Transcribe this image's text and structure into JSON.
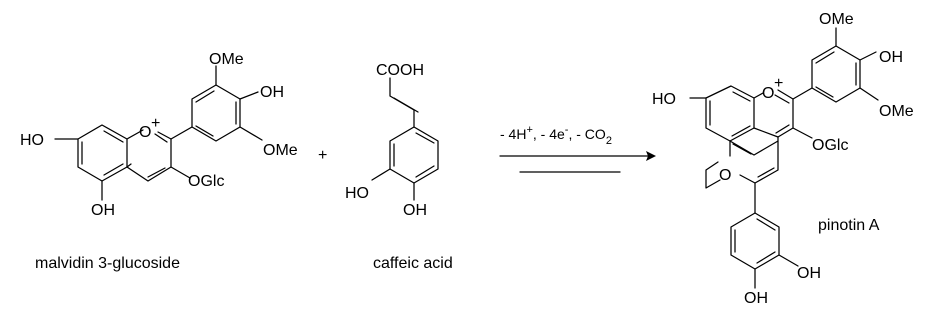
{
  "compounds": {
    "malvidin": {
      "caption": "malvidin 3-glucoside",
      "ome_top": "OMe",
      "oh_right": "OH",
      "ome_right": "OMe",
      "ho_left": "HO",
      "ring_o": "O",
      "charge": "+",
      "oglc": "OGlc",
      "oh_bottom": "OH"
    },
    "caffeic": {
      "caption": "caffeic acid",
      "cooh": "COOH",
      "ho": "HO",
      "oh": "OH"
    },
    "pinotin": {
      "caption": "pinotin A",
      "ome_top": "OMe",
      "oh_right": "OH",
      "ome_right": "OMe",
      "ho_left": "HO",
      "ring_o_top": "O",
      "charge": "+",
      "oglc": "OGlc",
      "ring_o_bottom": "O",
      "oh_catechol_1": "OH",
      "oh_catechol_2": "OH"
    }
  },
  "plus": "+",
  "reaction": {
    "conditions": "- 4H+, - 4e-, - CO2",
    "cond_part1": "- 4H",
    "cond_sup1": "+",
    "cond_part2": ", - 4e",
    "cond_sup2": "-",
    "cond_part3": ", - CO",
    "cond_sub3": "2"
  }
}
